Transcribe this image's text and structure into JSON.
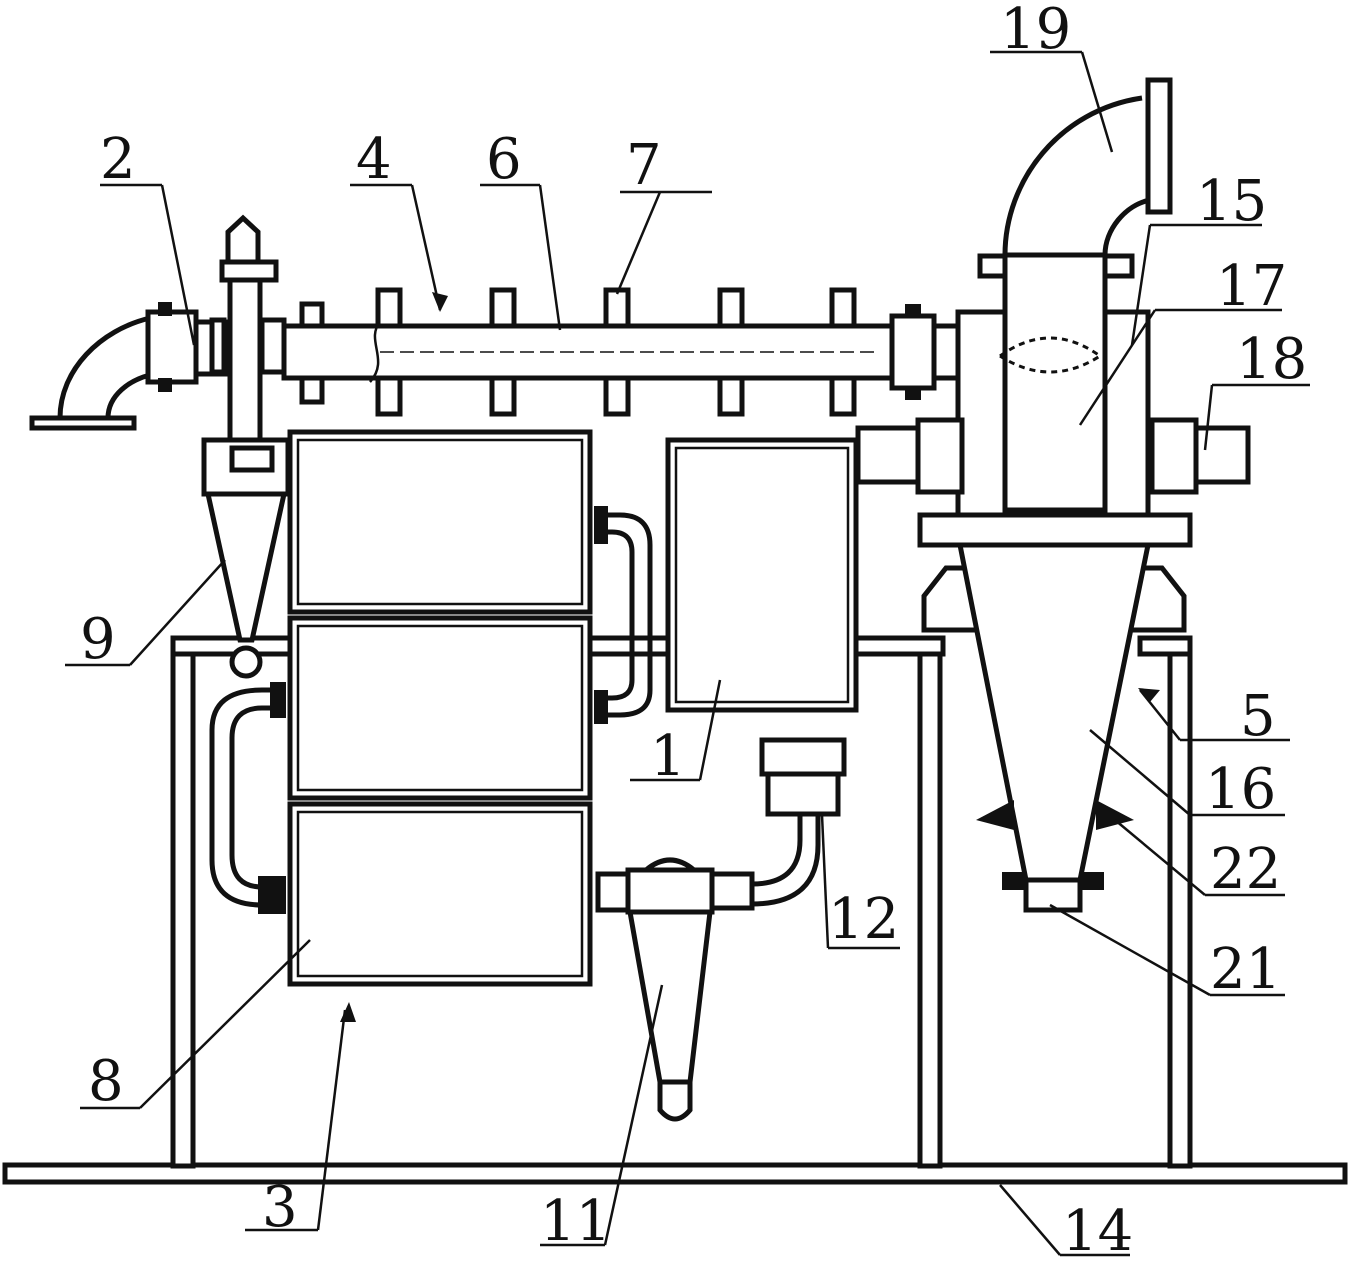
{
  "callouts": [
    {
      "id": "c2",
      "text": "2"
    },
    {
      "id": "c4",
      "text": "4"
    },
    {
      "id": "c6",
      "text": "6"
    },
    {
      "id": "c7",
      "text": "7"
    },
    {
      "id": "c19",
      "text": "19"
    },
    {
      "id": "c15",
      "text": "15"
    },
    {
      "id": "c17",
      "text": "17"
    },
    {
      "id": "c18",
      "text": "18"
    },
    {
      "id": "c9",
      "text": "9"
    },
    {
      "id": "c1",
      "text": "1"
    },
    {
      "id": "c5",
      "text": "5"
    },
    {
      "id": "c16",
      "text": "16"
    },
    {
      "id": "c22",
      "text": "22"
    },
    {
      "id": "c12",
      "text": "12"
    },
    {
      "id": "c21",
      "text": "21"
    },
    {
      "id": "c8",
      "text": "8"
    },
    {
      "id": "c3",
      "text": "3"
    },
    {
      "id": "c11",
      "text": "11"
    },
    {
      "id": "c14",
      "text": "14"
    }
  ]
}
